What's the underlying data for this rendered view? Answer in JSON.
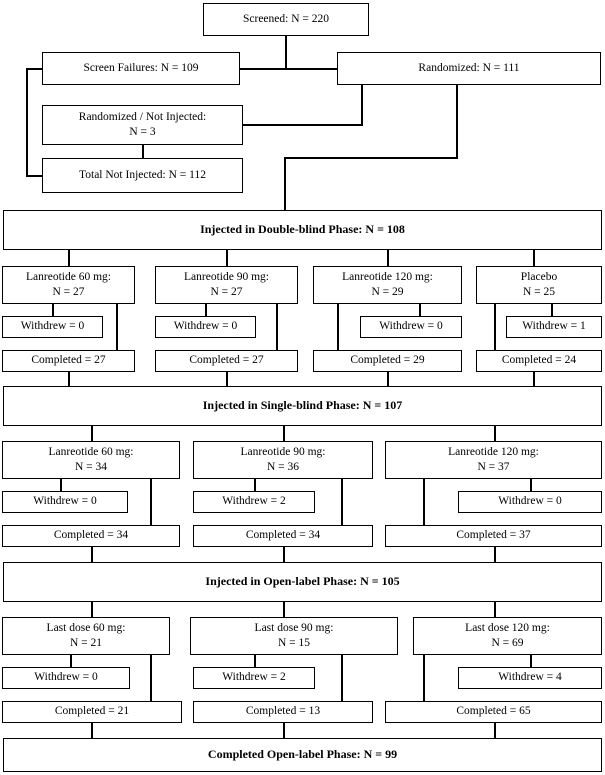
{
  "diagram": {
    "title": "Participant flow diagram",
    "type": "flowchart"
  },
  "chart_data": {
    "type": "table",
    "title": "Participant flow diagram",
    "nodes": [
      {
        "id": "screened",
        "label": "Screened: N = 220",
        "n": 220
      },
      {
        "id": "screen_failures",
        "label": "Screen Failures: N = 109",
        "n": 109
      },
      {
        "id": "randomized",
        "label": "Randomized: N = 111",
        "n": 111
      },
      {
        "id": "rand_not_injected",
        "label": "Randomized / Not Injected:",
        "label2": "N = 3",
        "n": 3
      },
      {
        "id": "total_not_injected",
        "label": "Total Not Injected: N = 112",
        "n": 112
      },
      {
        "id": "double_blind",
        "label": "Injected in Double-blind Phase: N = 108",
        "n": 108
      },
      {
        "id": "single_blind",
        "label": "Injected in Single-blind Phase: N = 107",
        "n": 107
      },
      {
        "id": "open_label",
        "label": "Injected in Open-label Phase: N = 105",
        "n": 105
      },
      {
        "id": "completed_open_label",
        "label": "Completed Open-label Phase: N = 99",
        "n": 99
      }
    ]
  },
  "top": {
    "screened": "Screened: N = 220",
    "screen_failures": "Screen Failures: N = 109",
    "randomized": "Randomized: N = 111",
    "rand_not_injected_l1": "Randomized / Not Injected:",
    "rand_not_injected_l2": "N = 3",
    "total_not_injected": "Total Not Injected: N = 112"
  },
  "double_blind": {
    "banner": "Injected in Double-blind Phase: N = 108",
    "arms": [
      {
        "name_l1": "Lanreotide 60 mg:",
        "name_l2": "N = 27",
        "withdrew": "Withdrew = 0",
        "completed": "Completed = 27"
      },
      {
        "name_l1": "Lanreotide 90 mg:",
        "name_l2": "N = 27",
        "withdrew": "Withdrew = 0",
        "completed": "Completed = 27"
      },
      {
        "name_l1": "Lanreotide 120 mg:",
        "name_l2": "N = 29",
        "withdrew": "Withdrew = 0",
        "completed": "Completed = 29"
      },
      {
        "name_l1": "Placebo",
        "name_l2": "N = 25",
        "withdrew": "Withdrew = 1",
        "completed": "Completed = 24"
      }
    ]
  },
  "single_blind": {
    "banner": "Injected in Single-blind Phase: N = 107",
    "arms": [
      {
        "name_l1": "Lanreotide 60 mg:",
        "name_l2": "N = 34",
        "withdrew": "Withdrew = 0",
        "completed": "Completed = 34"
      },
      {
        "name_l1": "Lanreotide 90 mg:",
        "name_l2": "N = 36",
        "withdrew": "Withdrew = 2",
        "completed": "Completed = 34"
      },
      {
        "name_l1": "Lanreotide 120 mg:",
        "name_l2": "N = 37",
        "withdrew": "Withdrew = 0",
        "completed": "Completed = 37"
      }
    ]
  },
  "open_label": {
    "banner": "Injected in Open-label Phase: N = 105",
    "arms": [
      {
        "name_l1": "Last dose 60 mg:",
        "name_l2": "N = 21",
        "withdrew": "Withdrew = 0",
        "completed": "Completed = 21"
      },
      {
        "name_l1": "Last dose 90 mg:",
        "name_l2": "N = 15",
        "withdrew": "Withdrew = 2",
        "completed": "Completed = 13"
      },
      {
        "name_l1": "Last dose 120 mg:",
        "name_l2": "N = 69",
        "withdrew": "Withdrew = 4",
        "completed": "Completed = 65"
      }
    ]
  },
  "footer": {
    "banner": "Completed Open-label Phase: N = 99"
  }
}
